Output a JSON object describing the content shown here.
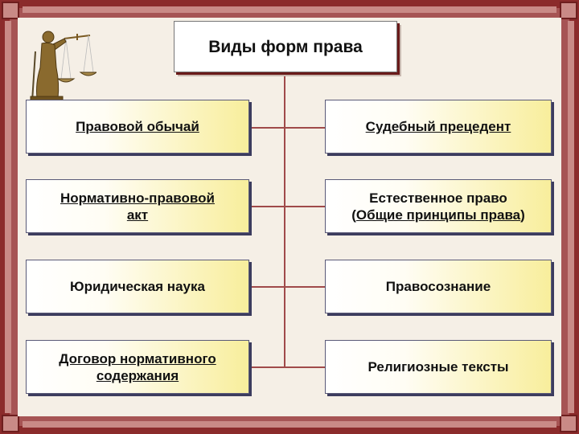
{
  "title": "Виды форм права",
  "left_column": [
    {
      "segments": [
        {
          "text": "Правовой обычай",
          "underline": true
        }
      ]
    },
    {
      "segments": [
        {
          "text": "Нормативно-правовой",
          "underline": true
        },
        {
          "text": "акт",
          "underline": true,
          "newline": true
        }
      ]
    },
    {
      "segments": [
        {
          "text": "Юридическая наука",
          "underline": false
        }
      ]
    },
    {
      "segments": [
        {
          "text": "Договор нормативного",
          "underline": true
        },
        {
          "text": "содержания",
          "underline": true,
          "newline": true
        }
      ]
    }
  ],
  "right_column": [
    {
      "segments": [
        {
          "text": "Судебный прецедент",
          "underline": true
        }
      ]
    },
    {
      "segments": [
        {
          "text": "Естественное право",
          "underline": false
        },
        {
          "text": "(",
          "underline": false,
          "newline": true
        },
        {
          "text": "Общие принципы права",
          "underline": true
        },
        {
          "text": ")",
          "underline": false
        }
      ]
    },
    {
      "segments": [
        {
          "text": "Правосознание",
          "underline": false
        }
      ]
    },
    {
      "segments": [
        {
          "text": "Религиозные тексты",
          "underline": false
        }
      ]
    }
  ],
  "colors": {
    "frame": "#8b2b2b",
    "connector": "#a04a4a",
    "box_gradient_end": "#f8ee9c",
    "box_shadow": "#3c3c5e"
  },
  "icons": [
    "themis-statue-icon"
  ]
}
